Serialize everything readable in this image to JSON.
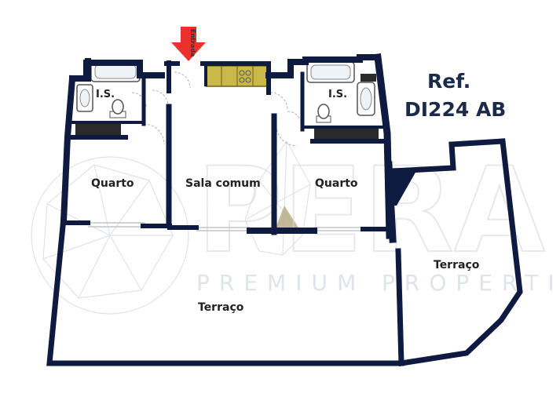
{
  "reference": {
    "label": "Ref.",
    "code": "DI224 AB"
  },
  "entrance": {
    "label": "Entrada"
  },
  "rooms": {
    "wc_left": "I.S.",
    "wc_right": "I.S.",
    "bedroom_left": "Quarto",
    "living_room": "Sala comum",
    "bedroom_right": "Quarto",
    "terrace_main": "Terraço",
    "terrace_side": "Terraço"
  },
  "watermark": {
    "brand": "PERA",
    "tagline": "PREMIUM PROPERTIES"
  },
  "colors": {
    "wall": "#0e1a3f",
    "arrow": "#e8322b",
    "kitchen": "#c9b84a",
    "cabinet": "#2a2a2a",
    "ref_text": "#1b2a4a"
  }
}
